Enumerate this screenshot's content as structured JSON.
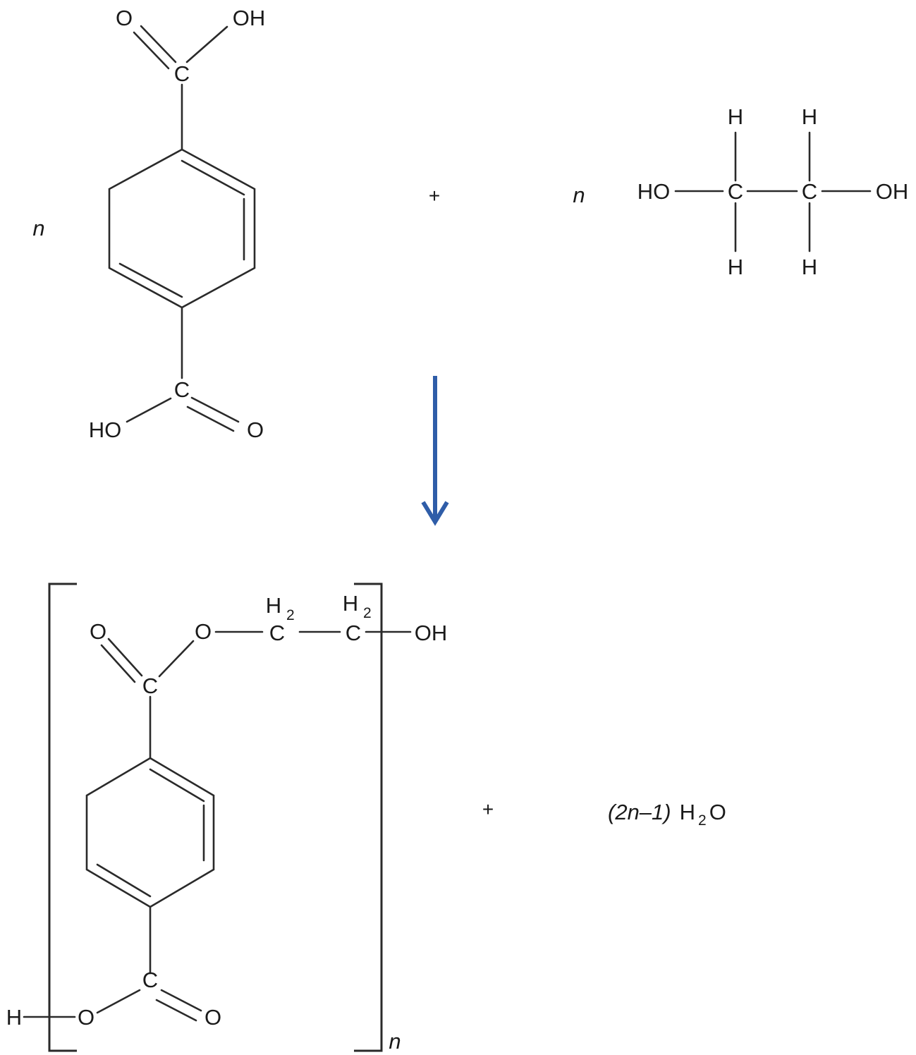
{
  "reactants": {
    "terephthalic_acid": {
      "coefficient": "n",
      "atoms": {
        "o_top": "O",
        "oh_top": "OH",
        "c_top": "C",
        "c_bottom": "C",
        "ho_bottom": "HO",
        "o_bottom": "O"
      }
    },
    "plus_symbol": "+",
    "ethylene_glycol": {
      "coefficient": "n",
      "atoms": {
        "ho_left": "HO",
        "c1": "C",
        "c2": "C",
        "oh_right": "OH",
        "h": "H"
      }
    }
  },
  "arrow": {
    "color": "#2f5da8"
  },
  "products": {
    "polymer": {
      "repeat_subscript": "n",
      "atoms": {
        "o_carbonyl_top": "O",
        "o_ester": "O",
        "c_carbonyl_top": "C",
        "ch2_c": "C",
        "ch2_h": "H",
        "ch2_sub": "2",
        "oh_end": "OH",
        "h_end": "H",
        "o_end": "O",
        "c_carbonyl_bottom": "C",
        "o_carbonyl_bottom": "O"
      }
    },
    "plus_symbol": "+",
    "water": {
      "coefficient": "(2n–1)",
      "formula_h": "H",
      "formula_sub": "2",
      "formula_o": "O"
    }
  }
}
